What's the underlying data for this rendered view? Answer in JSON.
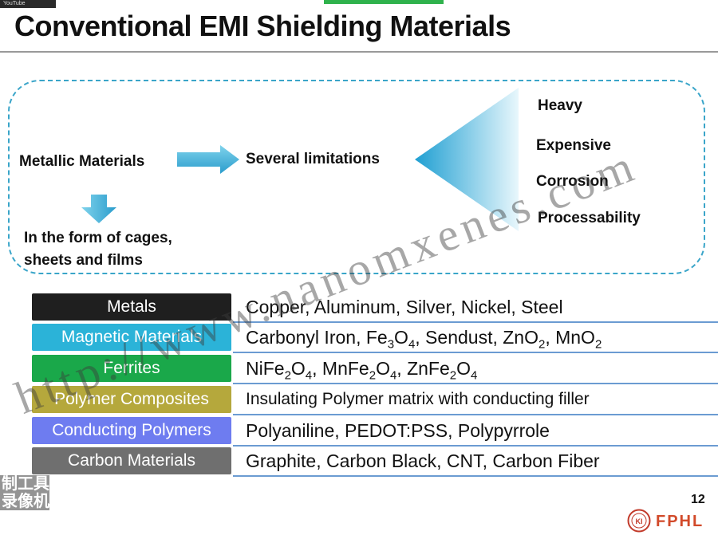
{
  "topbar": {
    "label": "YouTube"
  },
  "title": "Conventional EMI Shielding Materials",
  "flow": {
    "metallic": "Metallic Materials",
    "limitations": "Several limitations",
    "form_line1": "In the form of cages,",
    "form_line2": "sheets and films",
    "limits": [
      "Heavy",
      "Expensive",
      "Corrosion",
      "Processability"
    ]
  },
  "colors": {
    "accent": "#3aa5c9",
    "metals": "#1f1f1f",
    "magnetic": "#2bb3d8",
    "ferrites": "#1aa84a",
    "polymer_composites": "#b5a83c",
    "conducting_polymers": "#6e7cf0",
    "carbon": "#6f6f6f"
  },
  "rows": [
    {
      "category": "Metals",
      "value": "Copper, Aluminum, Silver, Nickel, Steel"
    },
    {
      "category": "Magnetic Materials",
      "value_parts": [
        "Carbonyl Iron, Fe",
        "3",
        "O",
        "4",
        ", Sendust, ZnO",
        "2",
        ", MnO",
        "2"
      ]
    },
    {
      "category": "Ferrites",
      "value_parts": [
        "NiFe",
        "2",
        "O",
        "4",
        ", MnFe",
        "2",
        "O",
        "4",
        ", ZnFe",
        "2",
        "O",
        "4"
      ]
    },
    {
      "category": "Polymer Composites",
      "value": "Insulating Polymer matrix with conducting filler"
    },
    {
      "category": "Conducting Polymers",
      "value": "Polyaniline, PEDOT:PSS, Polypyrrole"
    },
    {
      "category": "Carbon Materials",
      "value": "Graphite, Carbon Black, CNT, Carbon Fiber"
    }
  ],
  "watermark": "http://www.nanomxenes.com",
  "page_number": "12",
  "footer_logo_text": "FPHL",
  "recorder_overlay": [
    "制工具",
    "录像机"
  ]
}
